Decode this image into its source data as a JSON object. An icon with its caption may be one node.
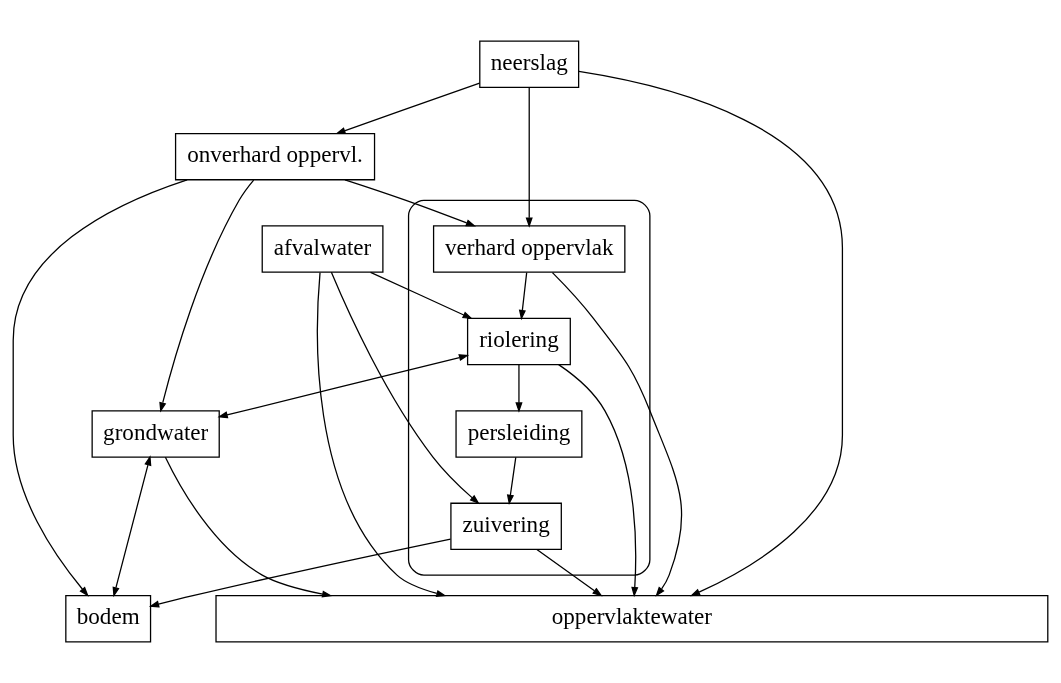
{
  "diagram": {
    "nodes": [
      {
        "text": [
          "afvalwater"
        ]
      },
      {
        "text": [
          "neerslag"
        ]
      },
      {
        "text": [],
        "shape": "box"
      },
      {
        "text": [
          "onverhard oppervl."
        ]
      },
      {
        "text": [
          "verhard oppervlak"
        ],
        "in": 2
      },
      {
        "text": [
          "riolering"
        ],
        "in": 2
      },
      {
        "text": [
          "grondwater"
        ]
      },
      {
        "text": [
          "persleiding"
        ],
        "in": 2
      },
      {
        "text": [
          "zuivering"
        ],
        "in": 2
      },
      {
        "text": [
          "bodem"
        ]
      },
      {
        "text": [
          "oppervlaktewater"
        ]
      }
    ],
    "edges": [
      {
        "from": 0,
        "to": 10,
        "arrow": "to"
      },
      {
        "from": 0,
        "to": 8,
        "arrow": "to"
      },
      {
        "from": 0,
        "to": 5,
        "arrow": "to"
      },
      {
        "from": 1,
        "to": 4,
        "arrow": "to"
      },
      {
        "from": 1,
        "to": 3,
        "arrow": "to"
      },
      {
        "from": 1,
        "to": 10,
        "arrow": "to"
      },
      {
        "from": 3,
        "to": 4,
        "arrow": "to"
      },
      {
        "from": 3,
        "to": 6,
        "arrow": "to"
      },
      {
        "from": 3,
        "to": 9,
        "arrow": "to"
      },
      {
        "from": 4,
        "to": 5,
        "arrow": "to"
      },
      {
        "from": 4,
        "to": 10,
        "arrow": "to"
      },
      {
        "from": 5,
        "to": 6,
        "arrow": "both"
      },
      {
        "from": 5,
        "to": 10,
        "arrow": "to"
      },
      {
        "from": 5,
        "to": 7,
        "arrow": "to"
      },
      {
        "from": 6,
        "to": 10,
        "arrow": "to"
      },
      {
        "from": 6,
        "to": 9,
        "arrow": "both"
      },
      {
        "from": 7,
        "to": 8,
        "arrow": "to"
      },
      {
        "from": 8,
        "to": 9,
        "arrow": "to"
      },
      {
        "from": 8,
        "to": 10,
        "arrow": "to"
      }
    ]
  }
}
